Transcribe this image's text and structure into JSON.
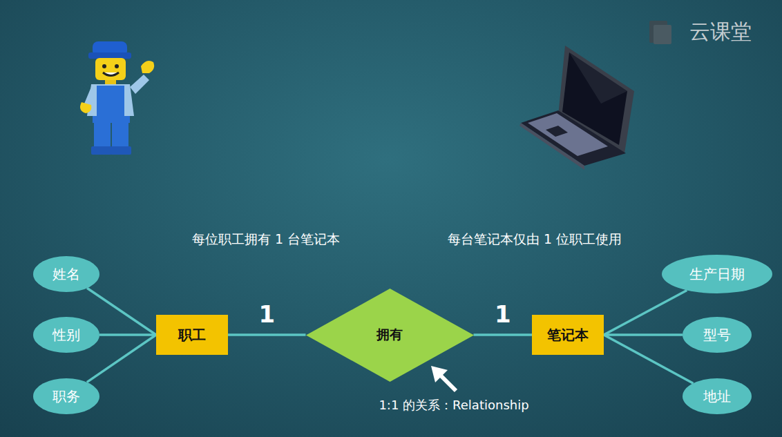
{
  "diagram": {
    "nodes": [
      {
        "text": [
          "姓名"
        ]
      },
      {
        "text": [
          "性别"
        ]
      },
      {
        "text": [
          "职务"
        ]
      },
      {
        "text": [
          "职工"
        ]
      },
      {
        "text": [
          "拥有"
        ]
      },
      {
        "text": [
          "笔记本"
        ]
      },
      {
        "text": [
          "生产日期"
        ]
      },
      {
        "text": [
          "型号"
        ]
      },
      {
        "text": [
          "地址"
        ]
      }
    ],
    "edges": [
      {
        "from": 0,
        "to": 3,
        "arrow": "none"
      },
      {
        "from": 1,
        "to": 3,
        "arrow": "none"
      },
      {
        "from": 2,
        "to": 3,
        "arrow": "none"
      },
      {
        "from": 3,
        "to": 4,
        "label": "1",
        "arrow": "none"
      },
      {
        "from": 4,
        "to": 5,
        "label": "1",
        "arrow": "none"
      },
      {
        "from": 5,
        "to": 6,
        "arrow": "none"
      },
      {
        "from": 5,
        "to": 7,
        "arrow": "none"
      },
      {
        "from": 5,
        "to": 8,
        "arrow": "none"
      }
    ],
    "labels": [
      "每位职工拥有 1 台笔记本",
      "每台笔记本仅由 1 位职工使用",
      "1:1 的关系：Relationship",
      "云课堂"
    ]
  }
}
